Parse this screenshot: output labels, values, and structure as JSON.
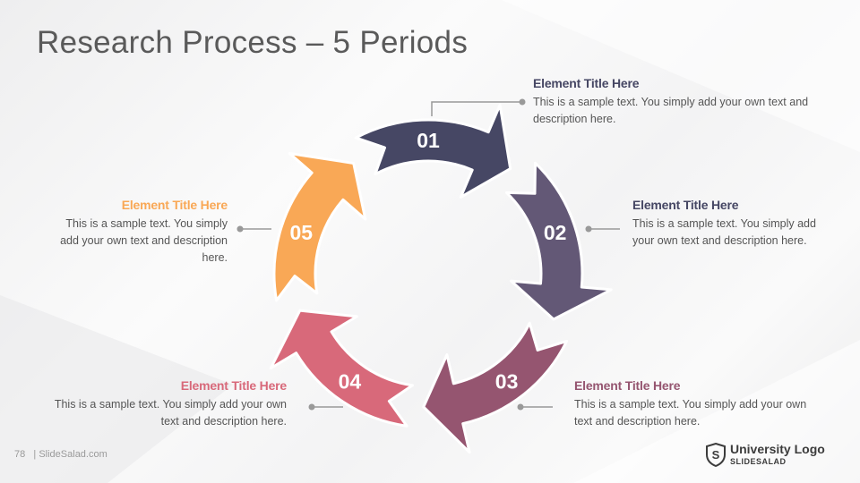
{
  "title": "Research Process – 5 Periods",
  "colors": {
    "step1": "#464764",
    "step2": "#635876",
    "step3": "#955570",
    "step4": "#d8697a",
    "step5": "#f9a856",
    "connector": "#999999"
  },
  "steps": [
    {
      "number": "01",
      "title": "Element Title Here",
      "text": "This is a sample text. You simply add your own text and description here.",
      "title_color": "#464764"
    },
    {
      "number": "02",
      "title": "Element Title Here",
      "text": "This is a sample text. You simply add your own text and description here.",
      "title_color": "#464764"
    },
    {
      "number": "03",
      "title": "Element Title Here",
      "text": "This is a sample text. You simply add your own text and description here.",
      "title_color": "#955570"
    },
    {
      "number": "04",
      "title": "Element Title Here",
      "text": "This is a sample text. You simply add your own text and description here.",
      "title_color": "#d8697a"
    },
    {
      "number": "05",
      "title": "Element Title Here",
      "text": "This is a sample text. You simply add your own text and description here.",
      "title_color": "#f9a856"
    }
  ],
  "footer": {
    "page": "78",
    "site": "| SlideSalad.com"
  },
  "logo": {
    "icon": "shield-s-icon",
    "name": "University Logo",
    "sub": "SLIDESALAD"
  }
}
